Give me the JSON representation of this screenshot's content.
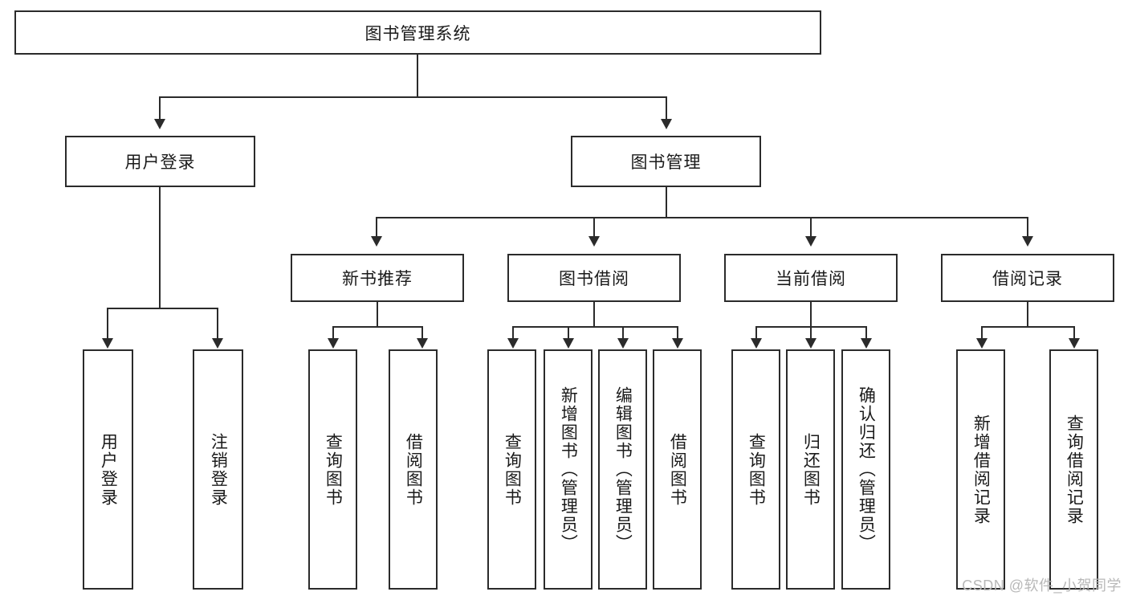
{
  "diagram": {
    "title": "图书管理系统",
    "watermark": "CSDN @软件_小贺同学",
    "line_color": "#2b2b2b",
    "background": "#ffffff",
    "root": {
      "label": "图书管理系统"
    },
    "level2": [
      {
        "label": "用户登录"
      },
      {
        "label": "图书管理"
      }
    ],
    "level3": [
      {
        "label": "新书推荐"
      },
      {
        "label": "图书借阅"
      },
      {
        "label": "当前借阅"
      },
      {
        "label": "借阅记录"
      }
    ],
    "leaves": {
      "user_login": [
        {
          "label": "用户登录"
        },
        {
          "label": "注销登录"
        }
      ],
      "new_book_recommend": [
        {
          "label": "查询图书"
        },
        {
          "label": "借阅图书"
        }
      ],
      "book_borrow": [
        {
          "label": "查询图书"
        },
        {
          "label": "新增图书（管理员）"
        },
        {
          "label": "编辑图书（管理员）"
        },
        {
          "label": "借阅图书"
        }
      ],
      "current_borrow": [
        {
          "label": "查询图书"
        },
        {
          "label": "归还图书"
        },
        {
          "label": "确认归还（管理员）"
        }
      ],
      "borrow_record": [
        {
          "label": "新增借阅记录"
        },
        {
          "label": "查询借阅记录"
        }
      ]
    }
  }
}
